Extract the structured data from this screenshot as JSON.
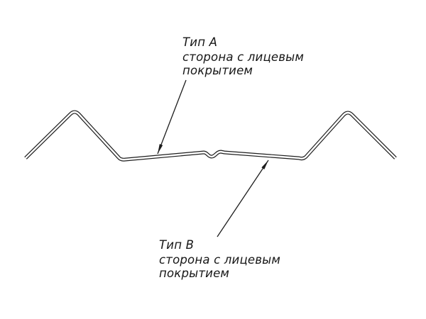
{
  "canvas": {
    "background": "#ffffff",
    "line_color": "#1d1d1d"
  },
  "labels": {
    "type_a": {
      "title": "Тип A",
      "line1": "сторона с лицевым",
      "line2": "покрытием"
    },
    "type_b": {
      "title": "Тип B",
      "line1": "сторона с лицевым",
      "line2": "покрытием"
    }
  }
}
